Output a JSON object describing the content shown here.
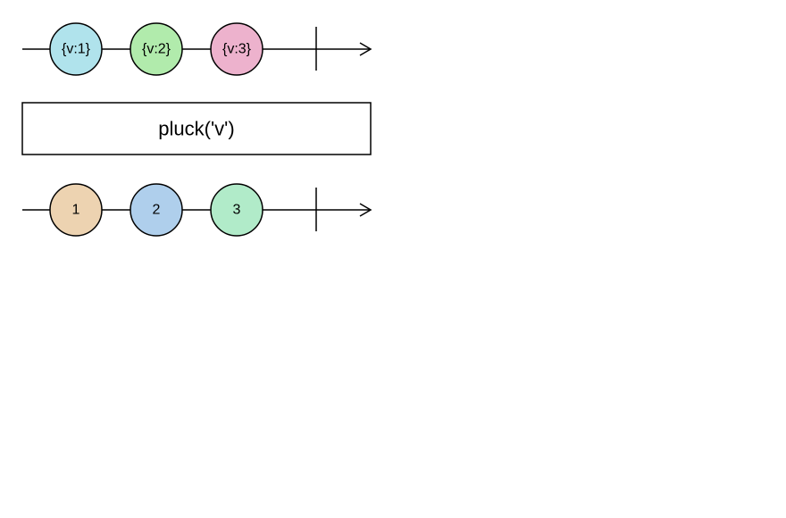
{
  "input_stream": {
    "marbles": [
      {
        "label": "{v:1}",
        "color": "#b0e3ec"
      },
      {
        "label": "{v:2}",
        "color": "#b1ebac"
      },
      {
        "label": "{v:3}",
        "color": "#edb2cd"
      }
    ],
    "completed": true
  },
  "operator": {
    "label": "pluck('v')"
  },
  "output_stream": {
    "marbles": [
      {
        "label": "1",
        "color": "#edd3b1"
      },
      {
        "label": "2",
        "color": "#afcfec"
      },
      {
        "label": "3",
        "color": "#b1ebc9"
      }
    ],
    "completed": true
  }
}
